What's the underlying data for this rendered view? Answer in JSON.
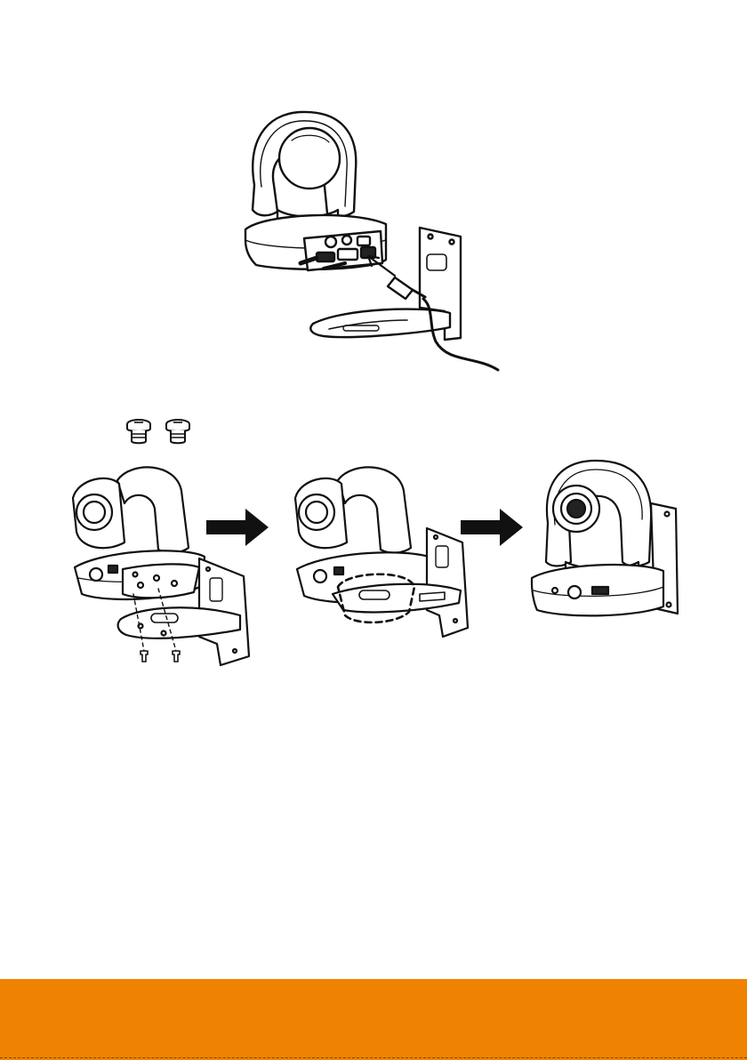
{
  "page": {
    "background": "#ffffff",
    "accent_color": "#ef8200",
    "footer_dash_color": "#7a4a00"
  },
  "figures": {
    "connect": {
      "icon": "camera-cable-bracket-illustration"
    },
    "screws": {
      "icon": "thumb-screw-pair-illustration",
      "count": 2
    },
    "step_one": {
      "icon": "camera-bottom-bracket-alignment-illustration"
    },
    "step_two": {
      "icon": "camera-slide-lock-illustration"
    },
    "step_three": {
      "icon": "camera-wall-mounted-illustration"
    },
    "arrow_icon": "right-arrow-icon"
  }
}
